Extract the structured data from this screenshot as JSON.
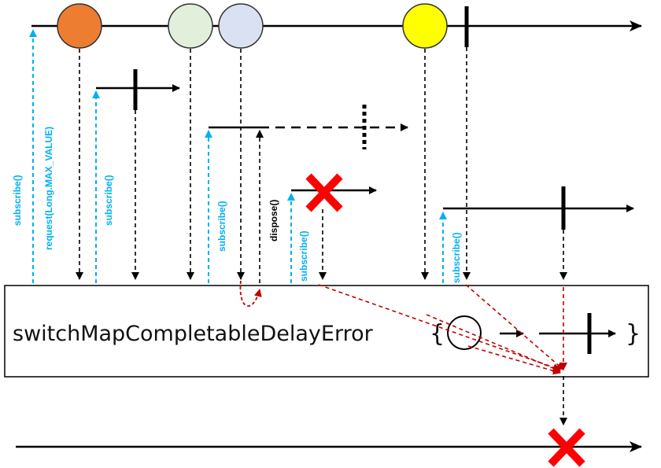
{
  "operator": {
    "name": "switchMapCompletableDelayError",
    "open_brace": "{",
    "close_brace": "}"
  },
  "labels": {
    "subscribe": "subscribe()",
    "request": "request(Long.MAX_VALUE)",
    "dispose": "dispose()"
  },
  "colors": {
    "orange_item": "#ED7D31",
    "green_item": "#E2EFDA",
    "blue_item": "#D9E1F2",
    "yellow_item": "#FFFF00",
    "subscribe_arrow": "#00B0F0",
    "error_cross": "#FF0000",
    "error_flow": "#C00000",
    "line": "#000000"
  }
}
